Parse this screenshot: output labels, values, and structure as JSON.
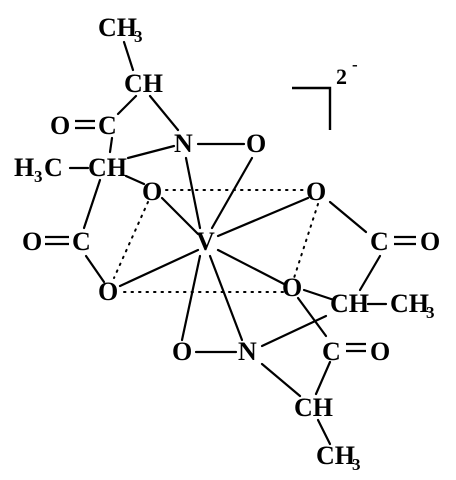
{
  "diagram": {
    "charge": "2",
    "charge_sign": "-",
    "atoms": {
      "metal": "V",
      "ch3_top": "CH",
      "ch3_top_sub": "3",
      "ch_top": "CH",
      "oc_top_o": "O",
      "oc_top_c": "C",
      "n_top": "N",
      "o_top_right": "O",
      "h3c_left_h": "H",
      "h3c_left_sub": "3",
      "h3c_left_c": "C",
      "ch_left": "CH",
      "o_upper_left": "O",
      "o_upper_right": "O",
      "oc_left_o": "O",
      "oc_left_c": "C",
      "c_right": "C",
      "o_right": "O",
      "o_lower_left": "O",
      "o_lower_right": "O",
      "ch_right": "CH",
      "ch3_right": "CH",
      "ch3_right_sub": "3",
      "o_bottom_left": "O",
      "n_bottom": "N",
      "c_bottom": "C",
      "o_bottom_right": "O",
      "ch_bottom": "CH",
      "ch3_bottom": "CH",
      "ch3_bottom_sub": "3"
    }
  }
}
